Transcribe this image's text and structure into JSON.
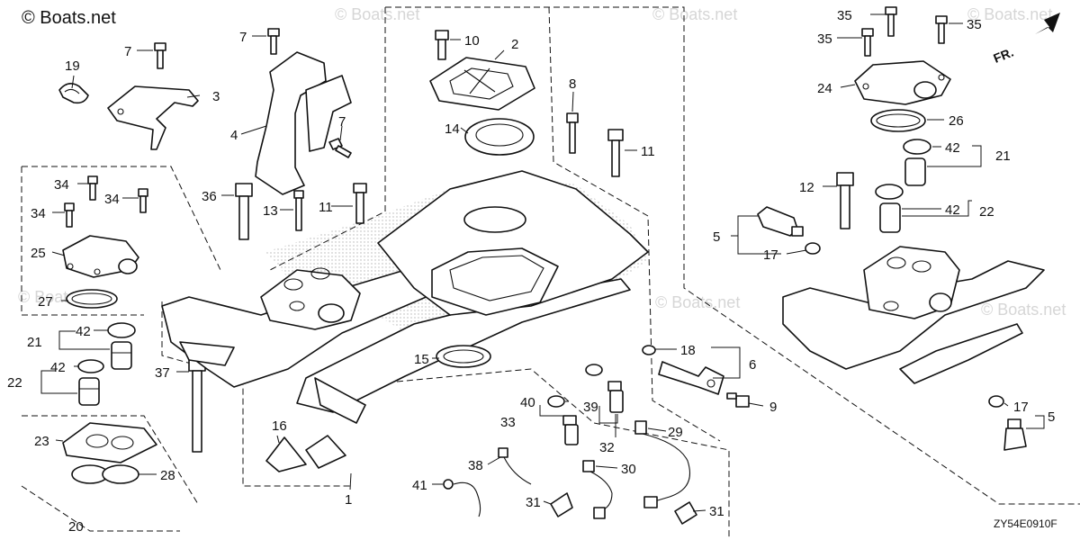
{
  "brand": "© Boats.net",
  "watermark_text": "© Boats.net",
  "diagram_code": "ZY54E0910F",
  "fr_label": "FR.",
  "callouts": [
    {
      "n": "1"
    },
    {
      "n": "2"
    },
    {
      "n": "3"
    },
    {
      "n": "4"
    },
    {
      "n": "5"
    },
    {
      "n": "5"
    },
    {
      "n": "6"
    },
    {
      "n": "7"
    },
    {
      "n": "7"
    },
    {
      "n": "7"
    },
    {
      "n": "8"
    },
    {
      "n": "9"
    },
    {
      "n": "10"
    },
    {
      "n": "11"
    },
    {
      "n": "11"
    },
    {
      "n": "12"
    },
    {
      "n": "13"
    },
    {
      "n": "14"
    },
    {
      "n": "15"
    },
    {
      "n": "16"
    },
    {
      "n": "17"
    },
    {
      "n": "17"
    },
    {
      "n": "18"
    },
    {
      "n": "19"
    },
    {
      "n": "20"
    },
    {
      "n": "21"
    },
    {
      "n": "21"
    },
    {
      "n": "22"
    },
    {
      "n": "22"
    },
    {
      "n": "23"
    },
    {
      "n": "24"
    },
    {
      "n": "25"
    },
    {
      "n": "26"
    },
    {
      "n": "27"
    },
    {
      "n": "28"
    },
    {
      "n": "29"
    },
    {
      "n": "30"
    },
    {
      "n": "31"
    },
    {
      "n": "31"
    },
    {
      "n": "32"
    },
    {
      "n": "33"
    },
    {
      "n": "34"
    },
    {
      "n": "34"
    },
    {
      "n": "34"
    },
    {
      "n": "35"
    },
    {
      "n": "35"
    },
    {
      "n": "35"
    },
    {
      "n": "36"
    },
    {
      "n": "37"
    },
    {
      "n": "38"
    },
    {
      "n": "39"
    },
    {
      "n": "40"
    },
    {
      "n": "41"
    },
    {
      "n": "42"
    },
    {
      "n": "42"
    },
    {
      "n": "42"
    },
    {
      "n": "42"
    }
  ]
}
